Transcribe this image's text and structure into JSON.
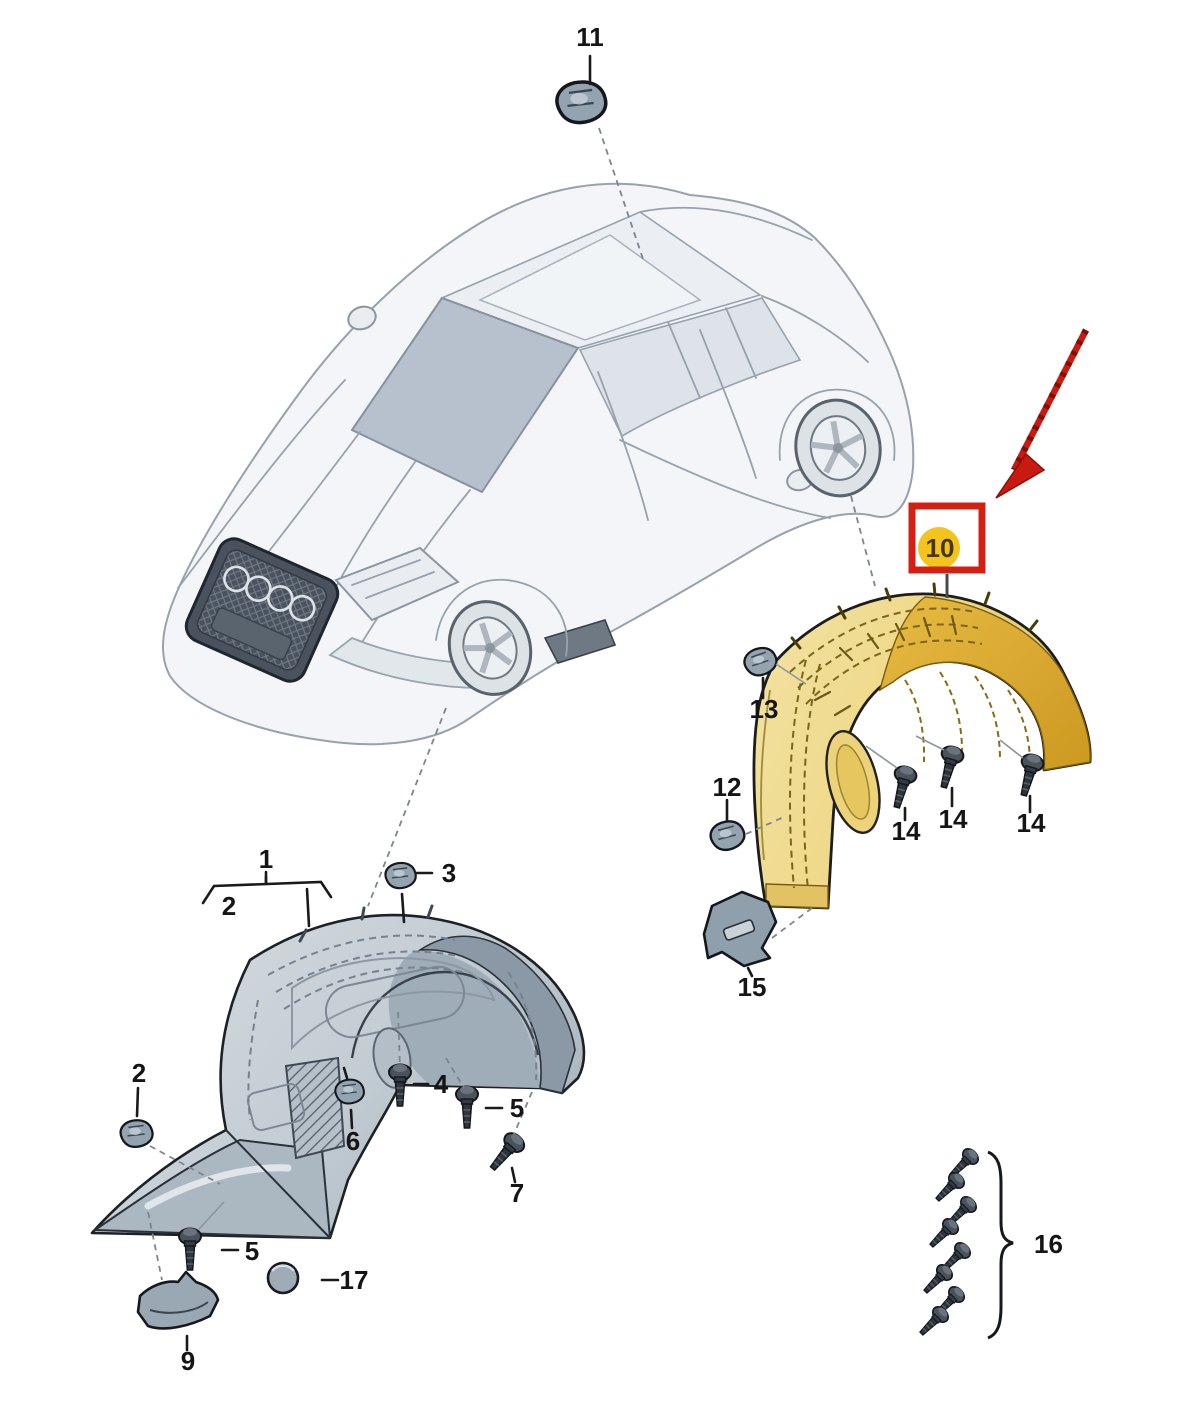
{
  "page": {
    "background": "#ffffff"
  },
  "callout": {
    "selected_part_number": "10",
    "box_color": "#d22015",
    "circle_color": "#f2c41d",
    "arrow_color": "#c81a10"
  },
  "colors": {
    "liner_highlight_yellow_light": "#f0dc96",
    "liner_highlight_yellow_deep": "#dfae35",
    "liner_gray_light": "#cdd4da",
    "liner_gray_deep": "#97a5b1",
    "car_line": "#98a2ad",
    "label_text": "#151515"
  },
  "labels": {
    "p1": "1",
    "p2_bracket": "2",
    "p2_clip": "2",
    "p3": "3",
    "p4": "4",
    "p5_upper": "5",
    "p5_lower": "5",
    "p6": "6",
    "p7": "7",
    "p9": "9",
    "p10": "10",
    "p11": "11",
    "p12": "12",
    "p13": "13",
    "p14_left": "14",
    "p14_mid": "14",
    "p14_right": "14",
    "p15": "15",
    "p16": "16",
    "p17": "17"
  }
}
